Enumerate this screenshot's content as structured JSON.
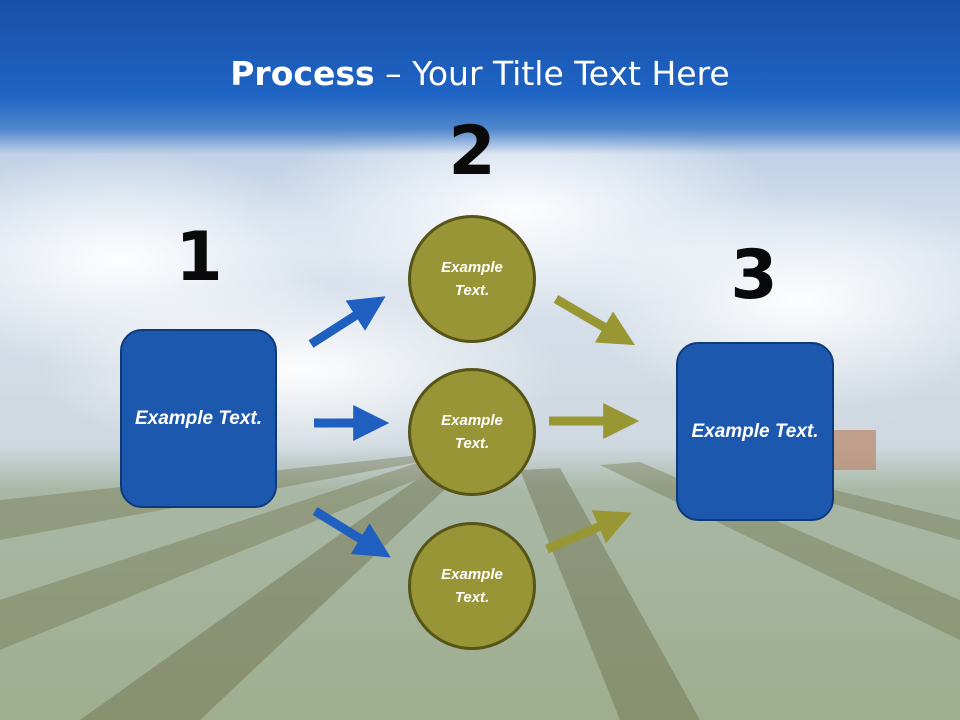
{
  "title": {
    "bold": "Process",
    "dash": " – ",
    "rest": "Your Title Text Here"
  },
  "steps": {
    "one": {
      "number": "1",
      "label": "Example Text."
    },
    "two": {
      "number": "2",
      "circles": [
        {
          "label": "Example Text."
        },
        {
          "label": "Example Text."
        },
        {
          "label": "Example Text."
        }
      ]
    },
    "three": {
      "number": "3",
      "label": "Example Text."
    }
  },
  "colors": {
    "title_band": "#1c5db8",
    "box_fill": "#1c58ad",
    "circle_fill": "#979536",
    "blue_arrow": "#1f5fbf",
    "olive_arrow": "#999634"
  }
}
